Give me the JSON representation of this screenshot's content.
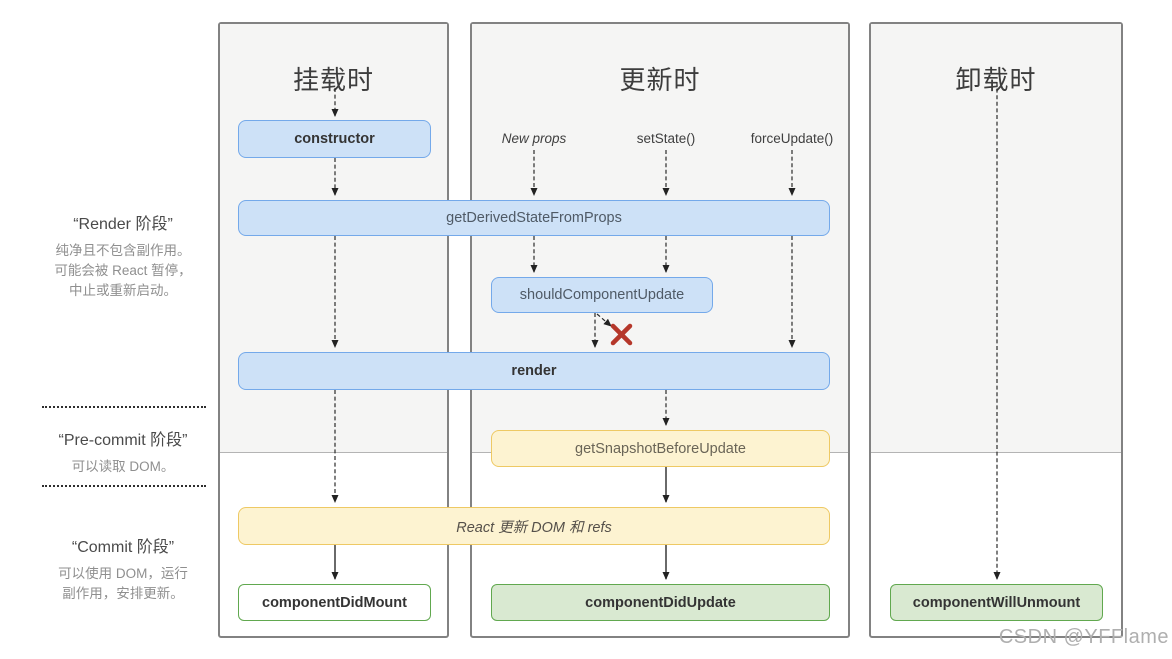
{
  "columns": [
    {
      "id": "mount",
      "title": "挂载时"
    },
    {
      "id": "update",
      "title": "更新时",
      "triggers": [
        {
          "label": "New props",
          "italic": true
        },
        {
          "label": "setState()"
        },
        {
          "label": "forceUpdate()"
        }
      ]
    },
    {
      "id": "unmount",
      "title": "卸载时"
    }
  ],
  "phases": [
    {
      "title": "“Render 阶段”",
      "lines": [
        "纯净且不包含副作用。",
        "可能会被 React 暂停，",
        "中止或重新启动。"
      ]
    },
    {
      "title": "“Pre-commit 阶段”",
      "lines": [
        "可以读取 DOM。"
      ]
    },
    {
      "title": "“Commit 阶段”",
      "lines": [
        "可以使用 DOM，运行",
        "副作用，安排更新。"
      ]
    }
  ],
  "nodes": {
    "constructor": "constructor",
    "getDerivedStateFromProps": "getDerivedStateFromProps",
    "shouldComponentUpdate": "shouldComponentUpdate",
    "render": "render",
    "getSnapshotBeforeUpdate": "getSnapshotBeforeUpdate",
    "reactUpdates": "React 更新 DOM 和 refs",
    "componentDidMount": "componentDidMount",
    "componentDidUpdate": "componentDidUpdate",
    "componentWillUnmount": "componentWillUnmount"
  },
  "watermark": "CSDN @YFFlame",
  "colors": {
    "blue-fill": "#cde1f7",
    "blue-border": "#74a9ea",
    "yellow-fill": "#fdf3d1",
    "yellow-border": "#eec964",
    "green-fill": "#d9e9d1",
    "green-border": "#61a84f",
    "panel-gray": "#f5f5f4",
    "panel-border": "#828282",
    "divider": "#b4b4b4",
    "arrow": "#2b2b2b",
    "accent-red": "#b5372a",
    "watermark": "#afafaf"
  }
}
